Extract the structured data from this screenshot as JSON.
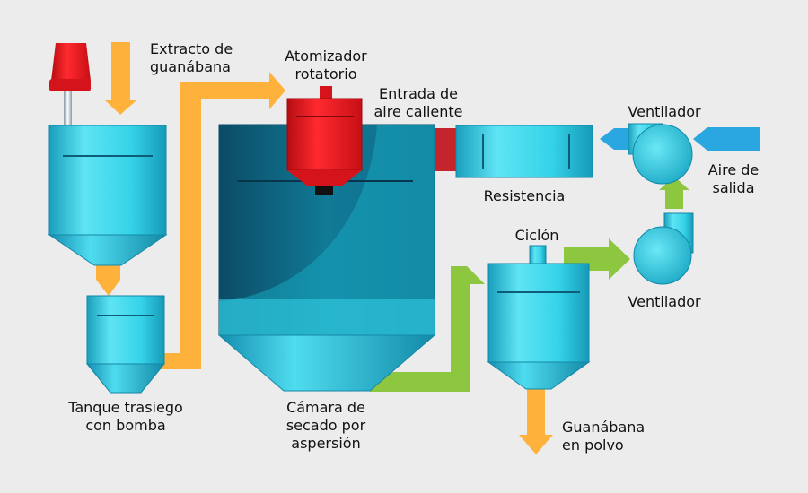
{
  "labels": {
    "extract_line1": "Extracto de",
    "extract_line2": "guanábana",
    "atomizer_line1": "Atomizador",
    "atomizer_line2": "rotatorio",
    "hot_air_line1": "Entrada de",
    "hot_air_line2": "aire caliente",
    "fan_top": "Ventilador",
    "exhaust_line1": "Aire de",
    "exhaust_line2": "salida",
    "resistance": "Resistencia",
    "cyclone": "Ciclón",
    "fan_bottom": "Ventilador",
    "tank_line1": "Tanque trasiego",
    "tank_line2": "con bomba",
    "chamber_line1": "Cámara de",
    "chamber_line2": "secado por",
    "chamber_line3": "aspersión",
    "powder_line1": "Guanábana",
    "powder_line2": "en polvo"
  },
  "colors": {
    "background": "#ececec",
    "vessel": "#35d3e8",
    "vessel_dark": "#0b5a78",
    "orange_flow": "#ffb23b",
    "green_flow": "#8dc63f",
    "red_part": "#e8141b",
    "hot_air_arrow": "#c4242b",
    "blue_flow": "#2aa6e0"
  }
}
